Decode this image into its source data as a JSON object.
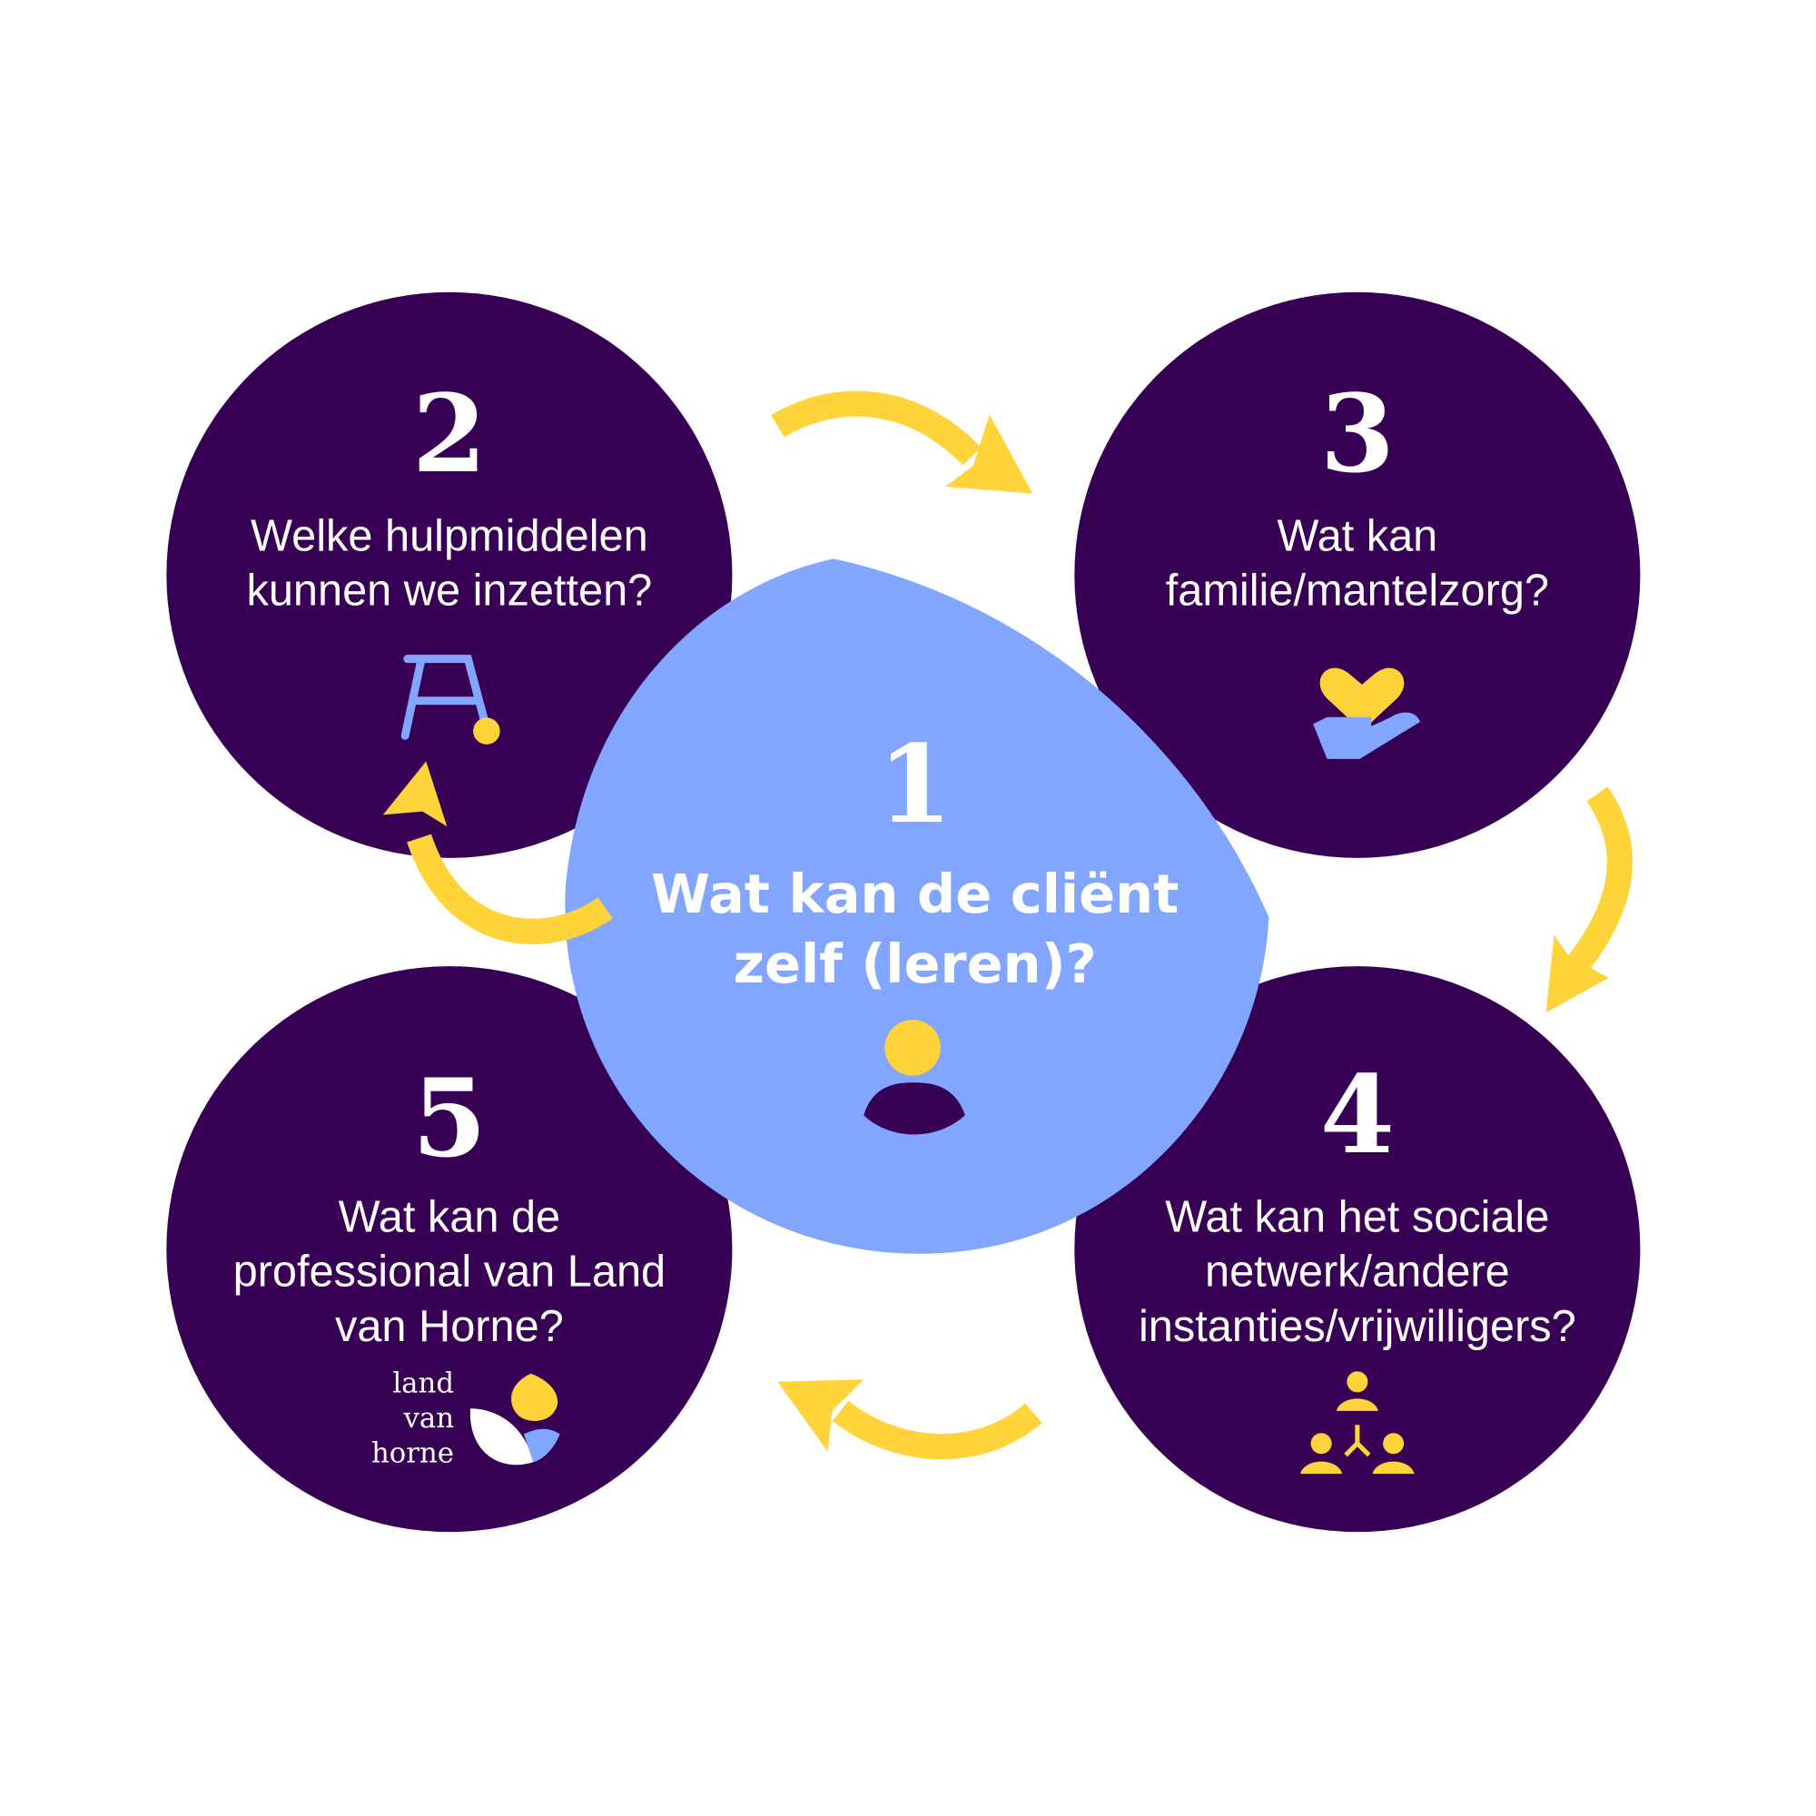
{
  "colors": {
    "purple": "#380055",
    "blue": "#82A5FF",
    "yellow": "#FFD43B",
    "white": "#FFFFFF"
  },
  "steps": [
    {
      "number": "1",
      "lines": [
        "Wat kan de cliënt",
        "zelf (leren)?"
      ],
      "icon": "person-icon"
    },
    {
      "number": "2",
      "lines": [
        "Welke hulpmiddelen",
        "kunnen we inzetten?"
      ],
      "icon": "walker-icon"
    },
    {
      "number": "3",
      "lines": [
        "Wat kan",
        "familie/mantelzorg?"
      ],
      "icon": "heart-hand-icon"
    },
    {
      "number": "4",
      "lines": [
        "Wat kan het sociale",
        "netwerk/andere",
        "instanties/vrijwilligers?"
      ],
      "icon": "network-icon"
    },
    {
      "number": "5",
      "lines": [
        "Wat kan de",
        "professional van Land",
        "van Horne?"
      ],
      "icon": "land-van-horne-logo"
    }
  ],
  "logo": {
    "lines": [
      "land",
      "van",
      "horne"
    ]
  }
}
